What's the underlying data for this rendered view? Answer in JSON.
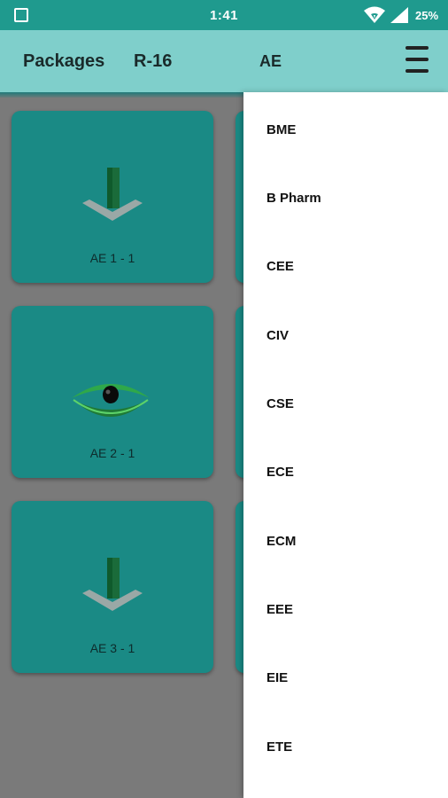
{
  "status_bar": {
    "time": "1:41",
    "battery": "25%",
    "icons": [
      "square-icon",
      "wifi-icon",
      "signal-icon"
    ]
  },
  "app_bar": {
    "title": "Packages",
    "regulation": "R-16",
    "branch_tab": "AE",
    "menu_icon": "hamburger-menu-icon"
  },
  "cards": [
    {
      "label": "AE 1 - 1",
      "icon": "download-arrow-icon"
    },
    {
      "label": "AE 2 - 1",
      "icon": "eye-icon"
    },
    {
      "label": "AE 3 - 1",
      "icon": "download-arrow-icon"
    }
  ],
  "drawer": {
    "items": [
      "BME",
      "B Pharm",
      "CEE",
      "CIV",
      "CSE",
      "ECE",
      "ECM",
      "EEE",
      "EIE",
      "ETE"
    ]
  },
  "colors": {
    "status_bar": "#1f9a8e",
    "app_bar": "#7fcfcb",
    "card": "#1a8a85",
    "scrim": "#7a7a7a",
    "drawer": "#ffffff"
  }
}
